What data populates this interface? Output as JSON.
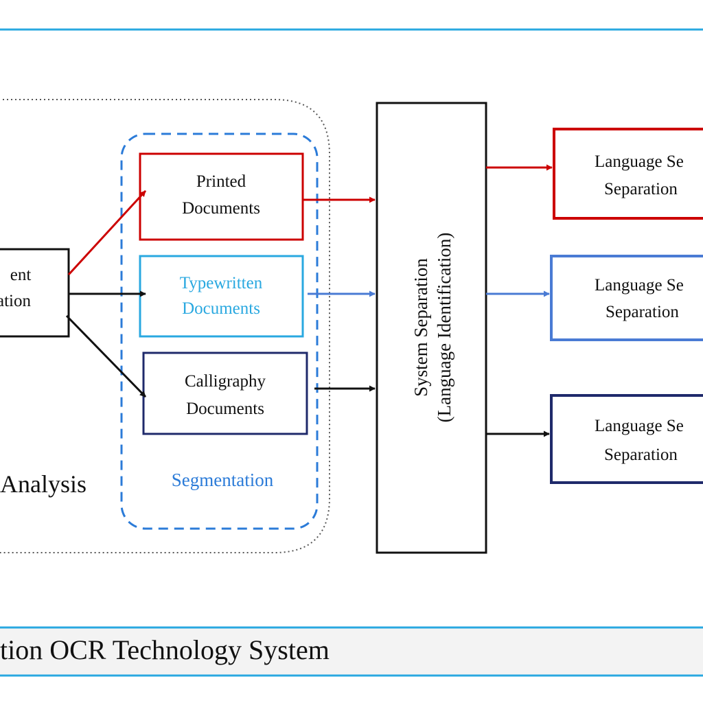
{
  "colors": {
    "rule": "#29a8e0",
    "red": "#cc0000",
    "blue": "#4a7bd4",
    "cyan_text": "#29a8e0",
    "seg_blue": "#2b7bd8",
    "navy": "#1f2a6b",
    "black": "#111111",
    "grey_dots": "#555555"
  },
  "diagram": {
    "source_box": {
      "line1": "ent",
      "line2": "ation"
    },
    "analysis_label": "Analysis",
    "segmentation_label": "Segmentation",
    "printed": {
      "line1": "Printed",
      "line2": "Documents"
    },
    "typewritten": {
      "line1": "Typewritten",
      "line2": "Documents"
    },
    "calligraphy": {
      "line1": "Calligraphy",
      "line2": "Documents"
    },
    "system_separation": {
      "line1": "System Separation",
      "line2": "(Language Identification)"
    },
    "language_red": {
      "line1": "Language Se",
      "line2": "Separation"
    },
    "language_blue": {
      "line1": "Language Se",
      "line2": "Separation"
    },
    "language_navy": {
      "line1": "Language Se",
      "line2": "Separation"
    }
  },
  "caption": {
    "text": "tion OCR Technology System"
  }
}
